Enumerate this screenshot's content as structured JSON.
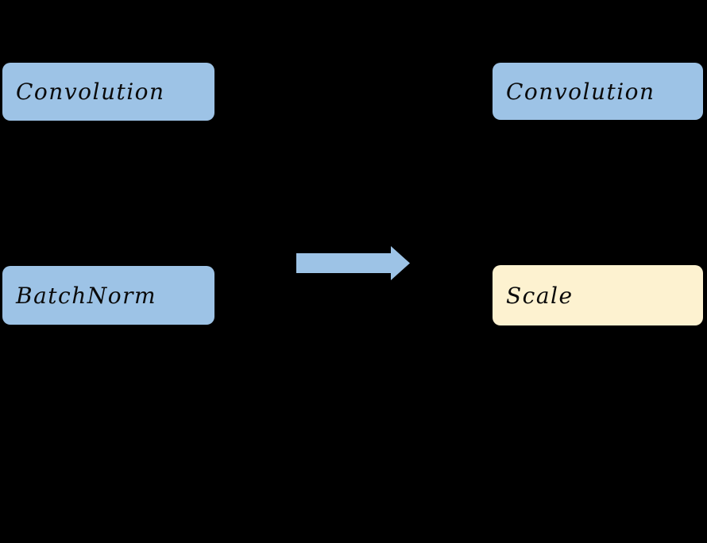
{
  "diagram": {
    "description": "Network layer transformation: Convolution + BatchNorm becomes Convolution + Scale",
    "colors": {
      "background": "#000000",
      "node_blue": "#9DC3E6",
      "node_cream": "#FDF2D0",
      "text": "#0a0a0a",
      "arrow": "#9DC3E6"
    },
    "left_group": {
      "top_node": {
        "label": "Convolution",
        "fill": "#9DC3E6"
      },
      "bottom_node": {
        "label": "BatchNorm",
        "fill": "#9DC3E6"
      }
    },
    "arrow": {
      "name": "right-arrow",
      "direction": "right",
      "color": "#9DC3E6"
    },
    "right_group": {
      "top_node": {
        "label": "Convolution",
        "fill": "#9DC3E6"
      },
      "bottom_node": {
        "label": "Scale",
        "fill": "#FDF2D0"
      }
    }
  }
}
